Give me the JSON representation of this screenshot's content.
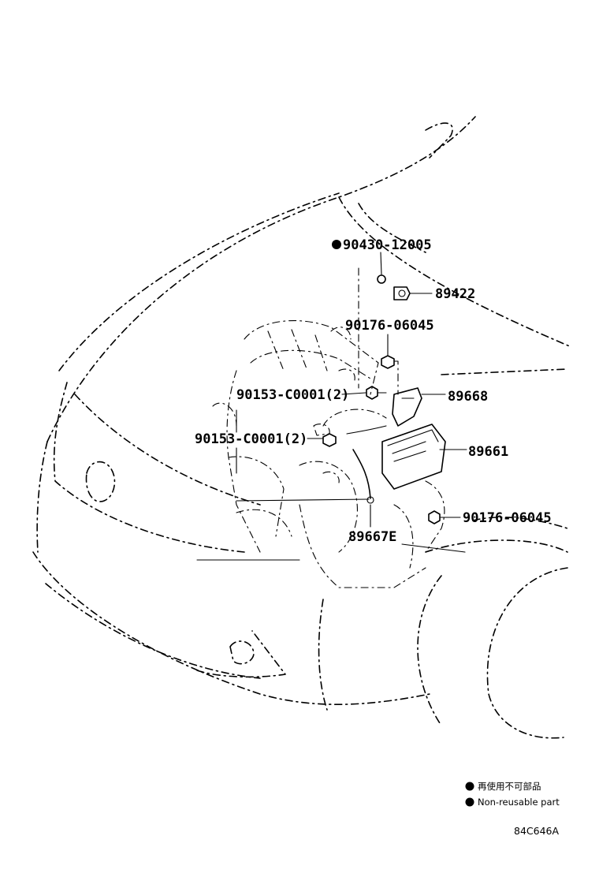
{
  "parts": {
    "gasket": "90430-12005",
    "sensor": "89422",
    "nut_upper": "90176-06045",
    "bolt_upper": "90153-C0001(2)",
    "bracket": "89668",
    "bolt_lower": "90153-C0001(2)",
    "ecu": "89661",
    "nut_lower": "90176-06045",
    "wire": "89667E"
  },
  "legend": {
    "japanese": "再使用不可部品",
    "english": "Non-reusable part"
  },
  "diagram_code": "84C646A"
}
